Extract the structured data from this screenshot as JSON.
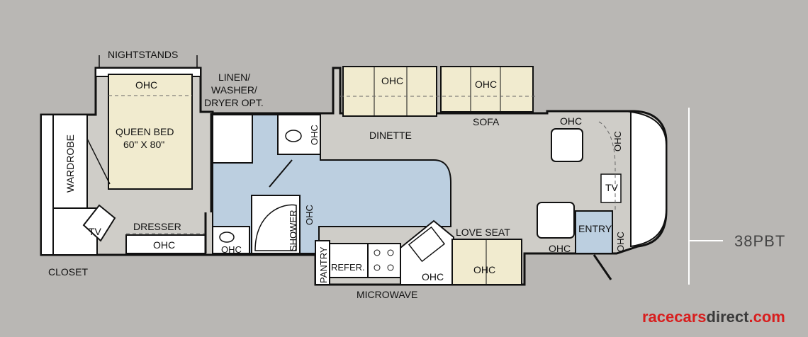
{
  "model_name": "38PBT",
  "watermark": {
    "part1": "racecars",
    "part2": "direct",
    "part3": ".com"
  },
  "labels": {
    "nightstands": "NIGHTSTANDS",
    "ohc": "OHC",
    "queen_bed_1": "QUEEN BED",
    "queen_bed_2": "60\" X 80\"",
    "linen_1": "LINEN/",
    "linen_2": "WASHER/",
    "linen_3": "DRYER OPT.",
    "wardrobe": "WARDROBE",
    "tv": "TV",
    "dresser": "DRESSER",
    "closet": "CLOSET",
    "shower": "SHOWER",
    "pantry": "PANTRY",
    "refer": "REFER.",
    "microwave": "MICROWAVE",
    "dinette": "DINETTE",
    "sofa": "SOFA",
    "love_seat": "LOVE SEAT",
    "entry": "ENTRY"
  },
  "colors": {
    "background": "#b9b7b4",
    "floor": "#cfcdc8",
    "bath_floor": "#bccfe0",
    "cushion": "#f1ebcf",
    "wall": "#111111",
    "watermark_red": "#d81e1e"
  }
}
